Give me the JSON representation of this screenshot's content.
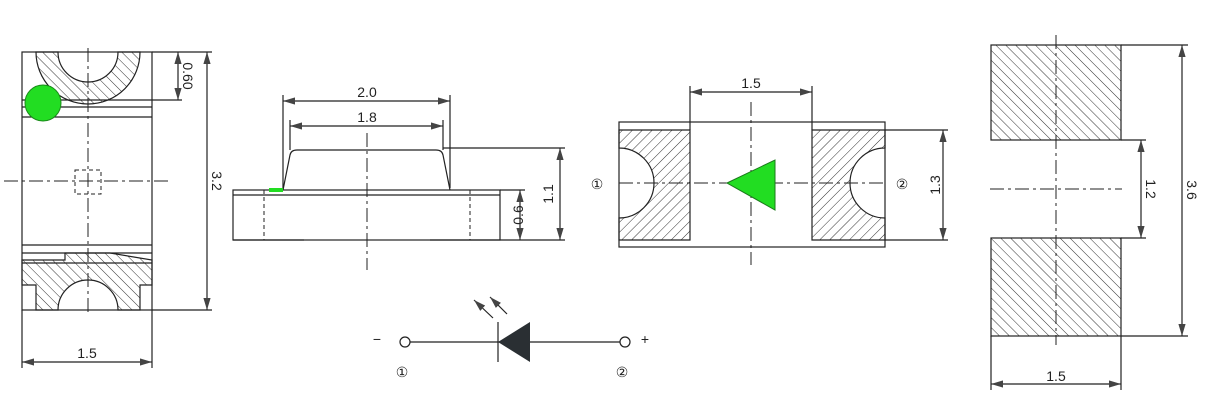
{
  "colors": {
    "led": "#22dd22",
    "line": "#222222",
    "diode": "#2a2f33"
  },
  "bottom_view": {
    "dim_top": "0.60",
    "dim_height": "3.2",
    "dim_width": "1.5"
  },
  "side_view": {
    "dim_outer": "2.0",
    "dim_inner": "1.8",
    "dim_total_height": "1.1",
    "dim_body_height": "0.6"
  },
  "top_view": {
    "dim_pitch": "1.5",
    "dim_height": "1.3",
    "pin1": "①",
    "pin2": "②"
  },
  "schematic": {
    "minus": "−",
    "plus": "+",
    "pin1": "①",
    "pin2": "②"
  },
  "footprint": {
    "dim_gap": "1.2",
    "dim_height": "3.6",
    "dim_width": "1.5"
  }
}
